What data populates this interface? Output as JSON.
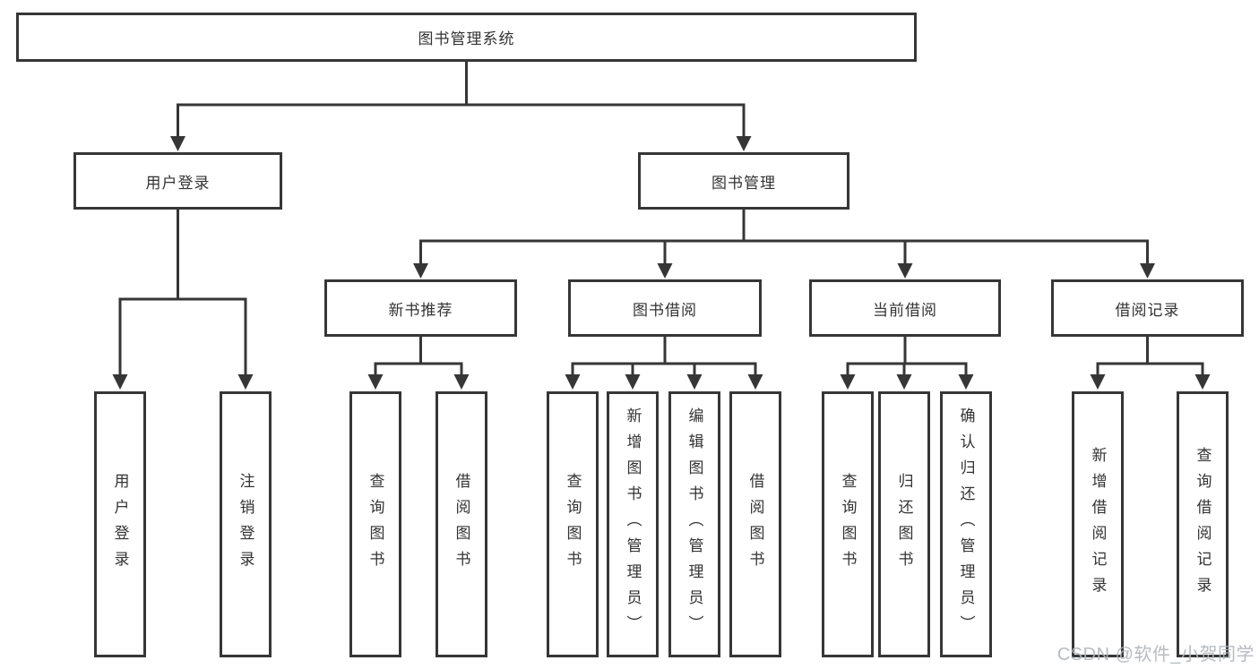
{
  "diagram": {
    "type": "tree",
    "root": {
      "label": "图书管理系统",
      "children": [
        {
          "label": "用户登录",
          "children": [
            {
              "label": "用户登录"
            },
            {
              "label": "注销登录"
            }
          ]
        },
        {
          "label": "图书管理",
          "children": [
            {
              "label": "新书推荐",
              "children": [
                {
                  "label": "查询图书"
                },
                {
                  "label": "借阅图书"
                }
              ]
            },
            {
              "label": "图书借阅",
              "children": [
                {
                  "label": "查询图书"
                },
                {
                  "label": "新增图书（管理员）"
                },
                {
                  "label": "编辑图书（管理员）"
                },
                {
                  "label": "借阅图书"
                }
              ]
            },
            {
              "label": "当前借阅",
              "children": [
                {
                  "label": "查询图书"
                },
                {
                  "label": "归还图书"
                },
                {
                  "label": "确认归还（管理员）"
                }
              ]
            },
            {
              "label": "借阅记录",
              "children": [
                {
                  "label": "新增借阅记录"
                },
                {
                  "label": "查询借阅记录"
                }
              ]
            }
          ]
        }
      ]
    },
    "watermark": "CSDN @软件_小贺同学",
    "colors": {
      "line": "#363636",
      "text": "#333333",
      "watermark": "#b1b5ba",
      "background": "#ffffff"
    }
  }
}
